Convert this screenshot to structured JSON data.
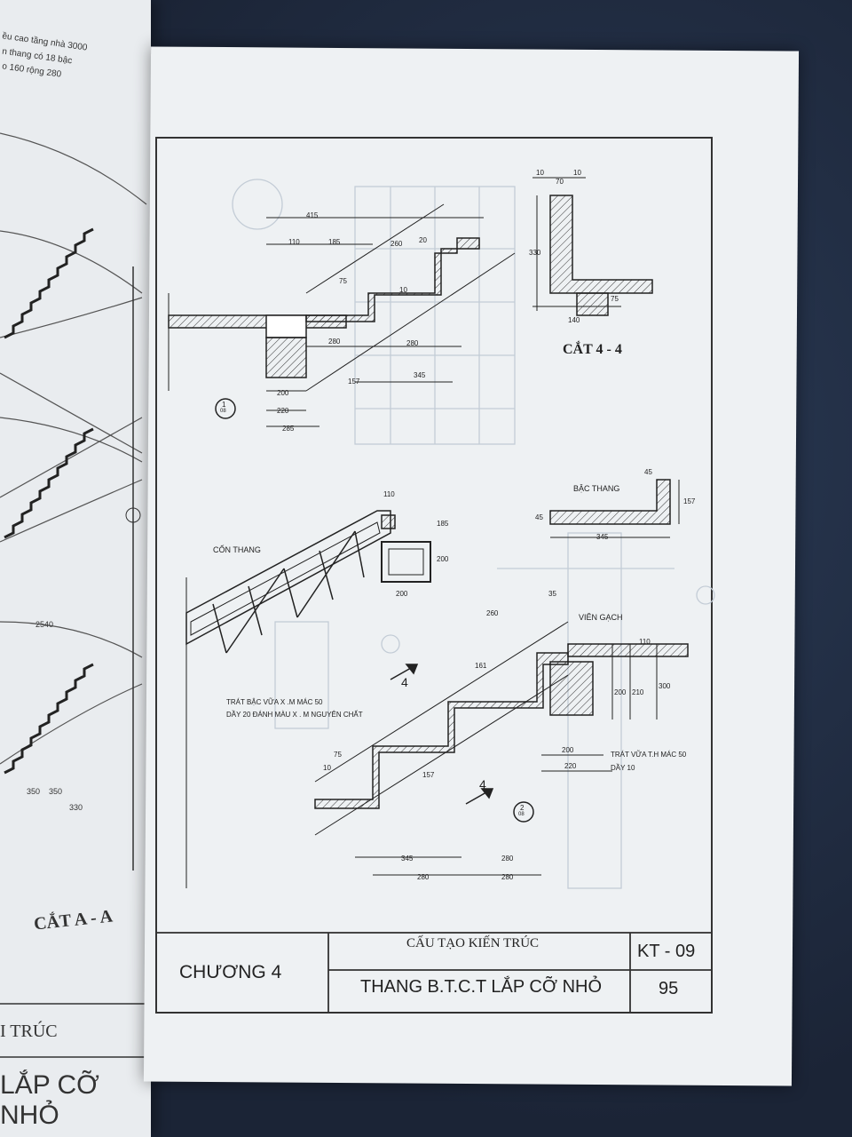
{
  "left_page": {
    "top_note_line1": "ều cao tầng nhà 3000",
    "top_note_line2": "n thang có 18 bậc",
    "top_note_line3": "o 160 rộng 280",
    "section_title": "CẮT A - A",
    "title_fragment_1": "I TRÚC",
    "title_fragment_2": "LẮP CỠ NHỎ",
    "dim_2540": "2540",
    "dim_350a": "350",
    "dim_350b": "350",
    "dim_330": "330"
  },
  "drawing": {
    "section_4_4_title": "CẮT 4 - 4",
    "step_label": "BẬC THANG",
    "stringer_label": "CỐN THANG",
    "tile_label": "VIÊN GẠCH",
    "note_step_line1": "TRÁT BẬC VỮA X .M MÁC 50",
    "note_step_line2": "DẦY 20 ĐÁNH MÀU X . M NGUYÊN CHẤT",
    "note_plaster_line1": "TRÁT VỮA T.H MÁC 50",
    "note_plaster_line2": "DẦY 10",
    "section_mark_4a": "4",
    "section_mark_4b": "4",
    "detail_ref_top": "1",
    "detail_ref_top_sheet": "08",
    "detail_ref_bottom": "2",
    "detail_ref_bottom_sheet": "08",
    "dims": {
      "d415": "415",
      "d110": "110",
      "d185": "185",
      "d260": "260",
      "d20": "20",
      "d75": "75",
      "d10": "10",
      "d280a": "280",
      "d280b": "280",
      "d200a": "200",
      "d220a": "220",
      "d285": "285",
      "d157a": "157",
      "d345a": "345",
      "d10b": "10",
      "d70": "70",
      "d10c": "10",
      "d330": "330",
      "d140": "140",
      "d75b": "75",
      "d45": "45",
      "d157b": "157",
      "d345b": "345",
      "d45b": "45",
      "d110b": "110",
      "d185b": "185",
      "d200b": "200",
      "d200c": "200",
      "d35": "35",
      "d260b": "260",
      "d161": "161",
      "d110c": "110",
      "d200d": "200",
      "d210": "210",
      "d300": "300",
      "d200e": "200",
      "d220b": "220",
      "d157c": "157",
      "d345c": "345",
      "d280c": "280",
      "d280d": "280",
      "d280e": "280",
      "d10d": "10",
      "d75c": "75"
    }
  },
  "title_block": {
    "chapter": "CHƯƠNG 4",
    "subject": "CẤU TẠO KIẾN TRÚC",
    "drawing_title": "THANG B.T.C.T LẮP CỠ NHỎ",
    "sheet_code": "KT - 09",
    "page_number": "95"
  },
  "colors": {
    "paper": "#eef1f3",
    "ink": "#2a2a2a",
    "ghost_ink": "#b9c3cf",
    "desk": "#1f2a3d"
  }
}
